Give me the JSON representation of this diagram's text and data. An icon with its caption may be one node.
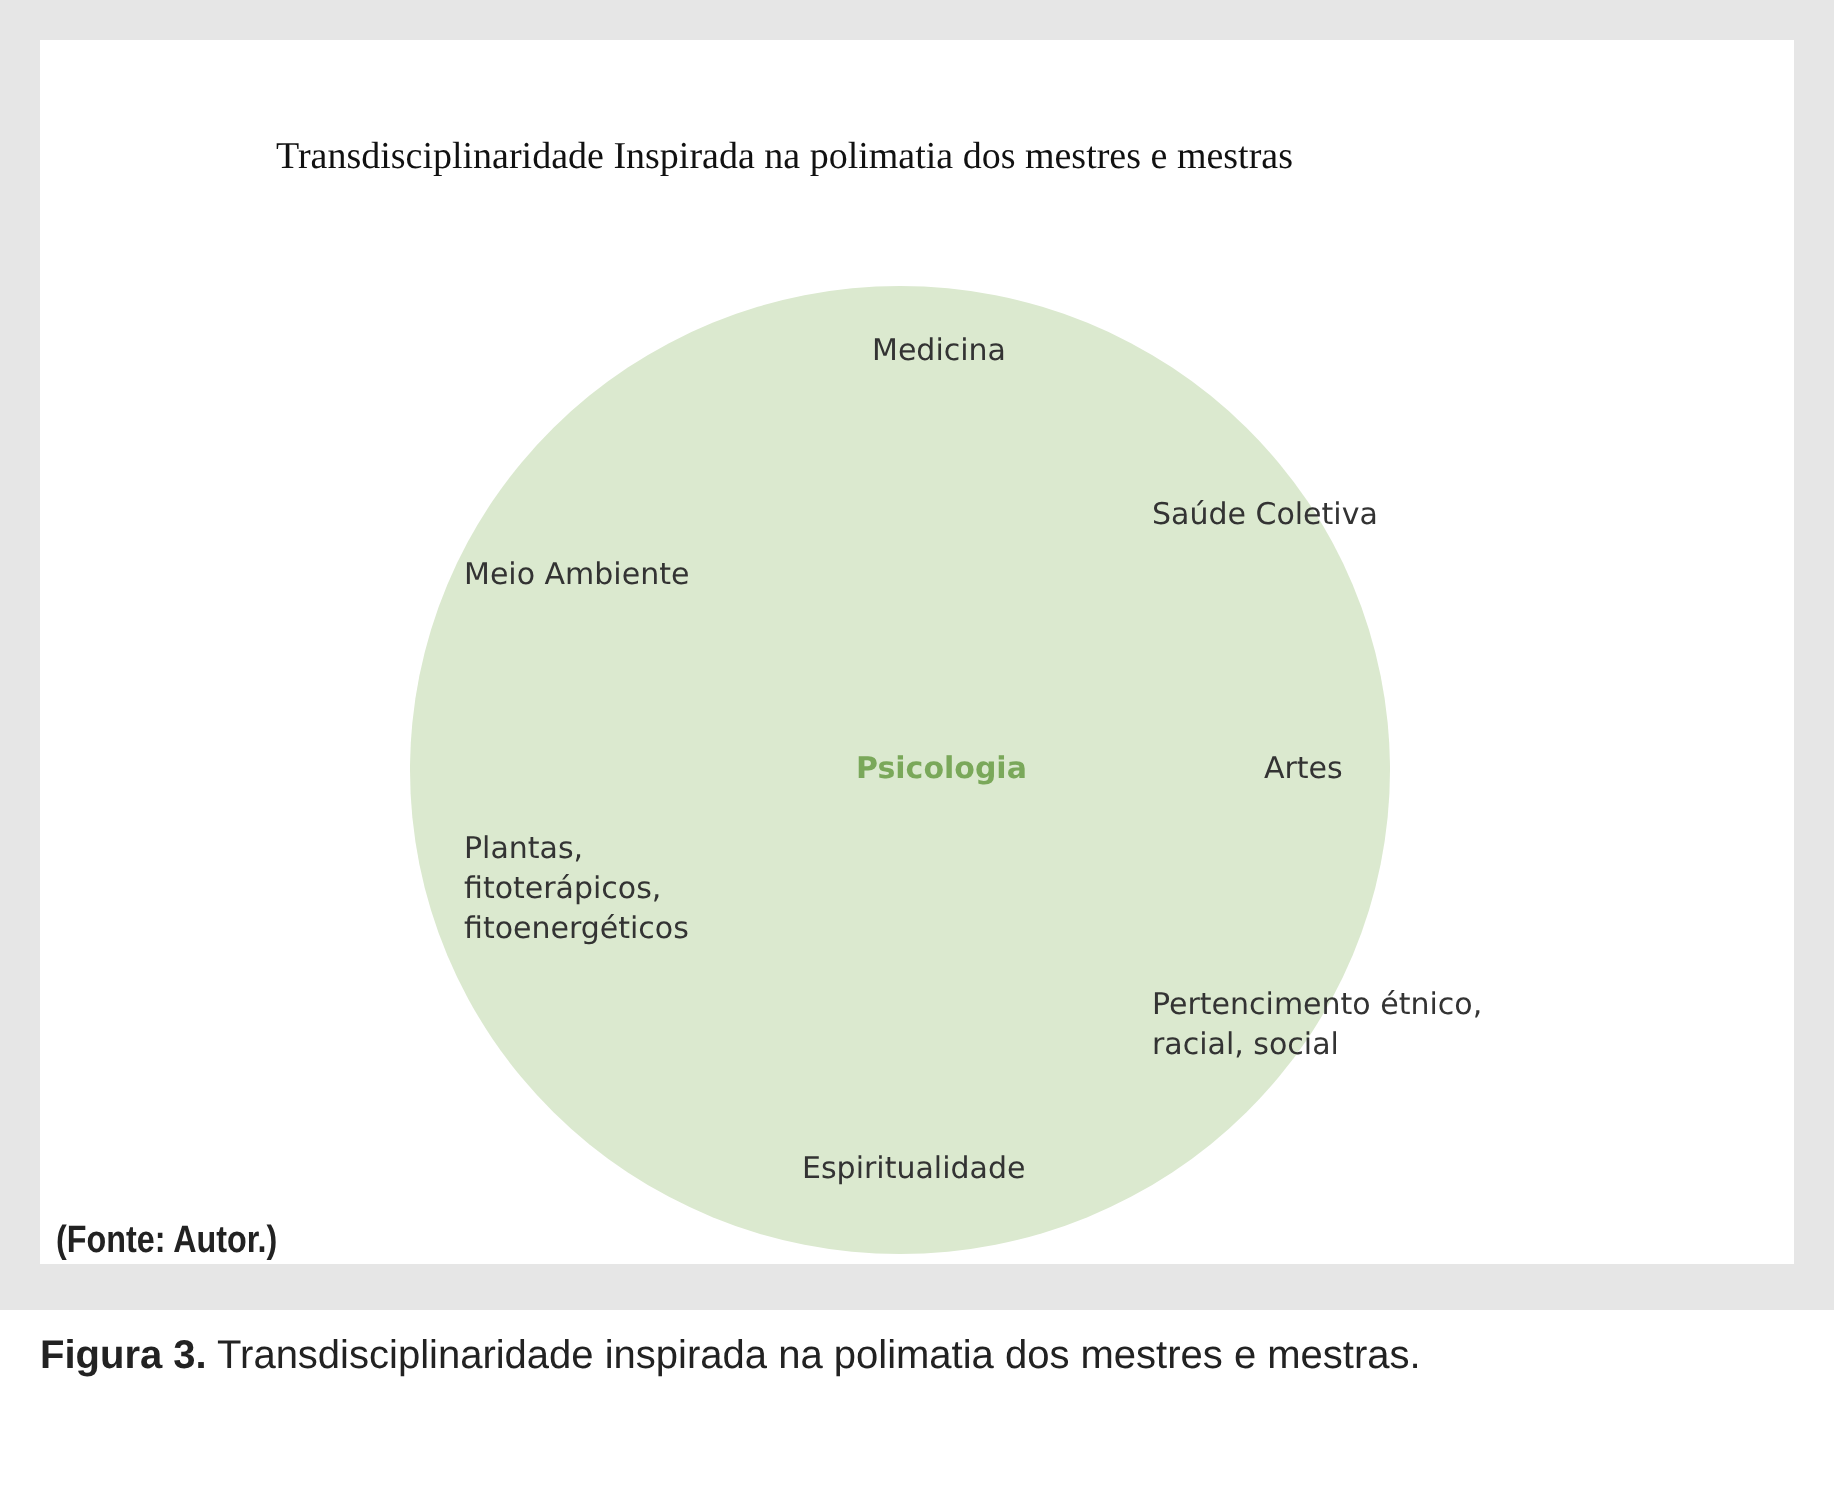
{
  "diagram": {
    "title": "Transdisciplinaridade Inspirada na polimatia dos mestres e mestras",
    "caption": "**Figura 3.** Transdisciplinaridade inspirada na polimatia dos mestres e mestras.",
    "nodes": [
      {
        "text": [
          "Medicina",
          "Saúde Coletiva",
          "Meio Ambiente",
          "Psicologia",
          "Artes",
          "Plantas, fitoterápicos, fitoenergéticos",
          "Pertencimento étnico, racial, social",
          "Espiritualidade"
        ]
      }
    ],
    "labels": [
      "(Fonte: Autor.)"
    ]
  }
}
